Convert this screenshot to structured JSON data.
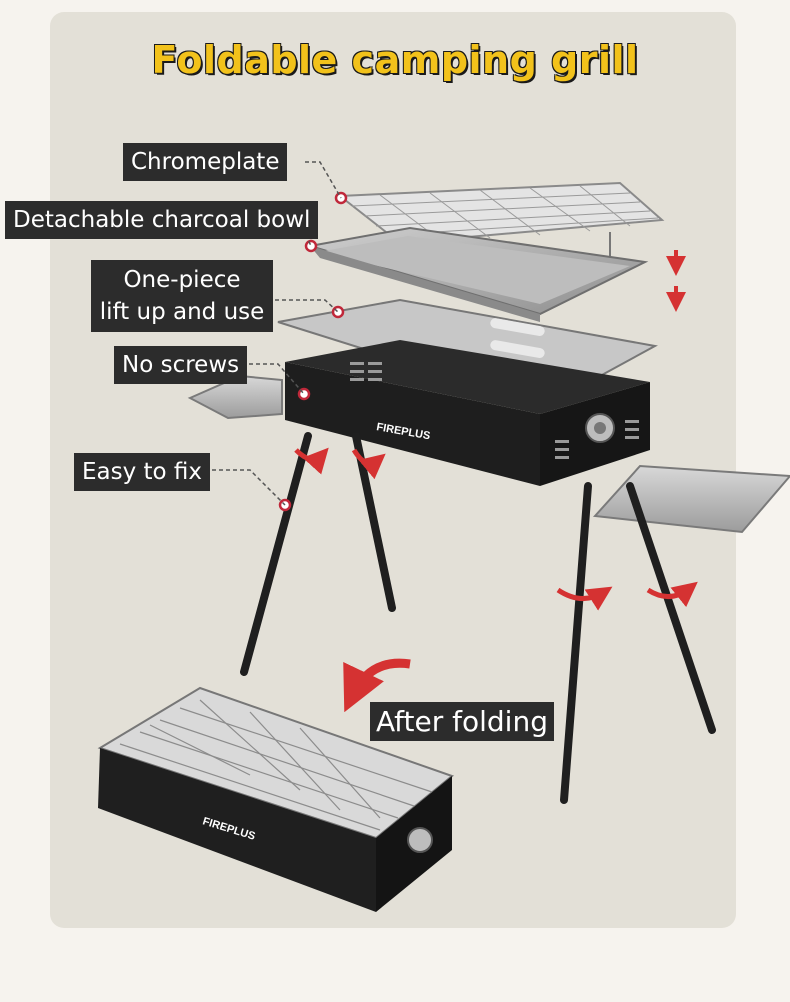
{
  "title": "Foldable camping grill",
  "callouts": {
    "chromeplate": "Chromeplate",
    "charcoal_bowl": "Detachable charcoal bowl",
    "one_piece_line1": "One-piece",
    "one_piece_line2": "lift up and use",
    "no_screws": "No screws",
    "easy_fix": "Easy to fix"
  },
  "after_folding": "After folding",
  "brand": "FIREPLUS",
  "colors": {
    "title_yellow": "#f2c21b",
    "label_bg": "#2c2c2c",
    "marker_red": "#c0283a",
    "arrow_red": "#d53232"
  },
  "icons": [
    "down-arrow-icon",
    "rotate-arrow-icon",
    "fold-arrow-icon"
  ]
}
